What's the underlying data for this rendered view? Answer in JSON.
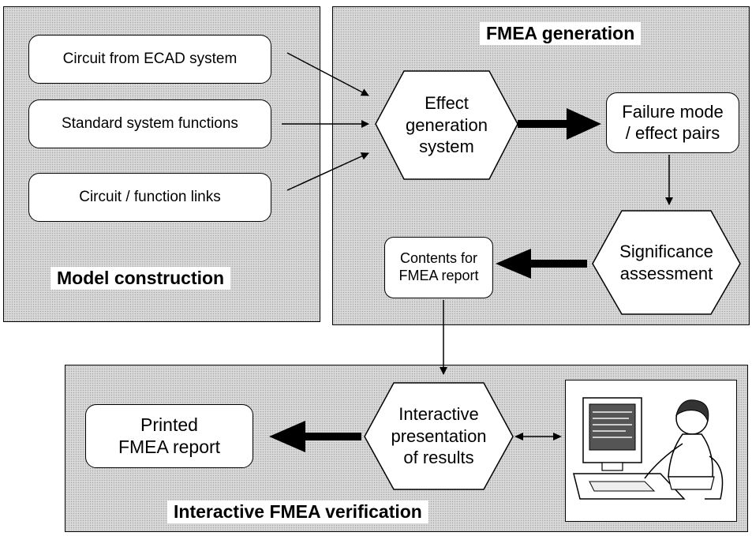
{
  "model_construction": {
    "title": "Model construction",
    "inputs": [
      "Circuit from ECAD system",
      "Standard system functions",
      "Circuit / function links"
    ]
  },
  "fmea_generation": {
    "title": "FMEA generation",
    "effect_generation": "Effect\ngeneration\nsystem",
    "failure_mode_pairs": "Failure mode\n/ effect pairs",
    "significance": "Significance\nassessment",
    "contents": "Contents for\nFMEA report"
  },
  "verification": {
    "title": "Interactive FMEA verification",
    "interactive_presentation": "Interactive\npresentation\nof results",
    "printed_report": "Printed\nFMEA report"
  }
}
